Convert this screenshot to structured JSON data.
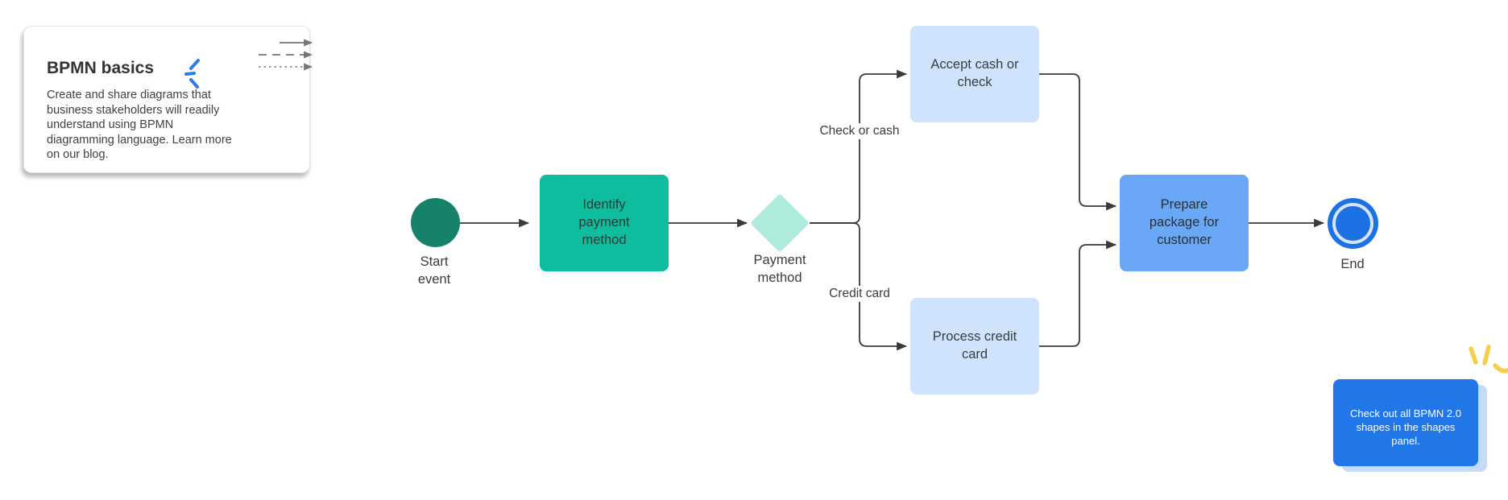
{
  "info_card": {
    "title": "BPMN basics",
    "body": "Create and share diagrams that business stakeholders will readily understand using BPMN diagramming language. Learn more on our blog.",
    "legend": {
      "arrow_styles": [
        "solid-arrow",
        "dashed-arrow",
        "dotted-arrow"
      ],
      "arrow_color": "#757575"
    },
    "sparkle_color": "#2e7ce8"
  },
  "diagram": {
    "nodes": [
      {
        "id": "start",
        "type": "start-event",
        "label": "Start event",
        "fill": "#16826c"
      },
      {
        "id": "identify",
        "type": "task",
        "label": "Identify payment method",
        "fill": "#0ebd9e"
      },
      {
        "id": "gateway",
        "type": "gateway",
        "label": "Payment method",
        "fill": "#afebdd"
      },
      {
        "id": "accept",
        "type": "task",
        "label": "Accept cash or check",
        "fill": "#cfe3fc"
      },
      {
        "id": "process",
        "type": "task",
        "label": "Process credit card",
        "fill": "#cfe3fc"
      },
      {
        "id": "prepare",
        "type": "task",
        "label": "Prepare package for customer",
        "fill": "#6aa7f7"
      },
      {
        "id": "end",
        "type": "end-event",
        "label": "End",
        "fill": "#1c72e5",
        "ring": "#d6e5fa"
      }
    ],
    "edge_labels": [
      {
        "id": "cash",
        "text": "Check or cash"
      },
      {
        "id": "credit",
        "text": "Credit card"
      }
    ],
    "connector_color": "#3a3a3a"
  },
  "tip_card": {
    "text": "Check out all BPMN 2.0 shapes in the shapes panel.",
    "background": "#2176e8",
    "shadow": "#c5dcf8",
    "sparkle_color": "#f6ce49"
  }
}
